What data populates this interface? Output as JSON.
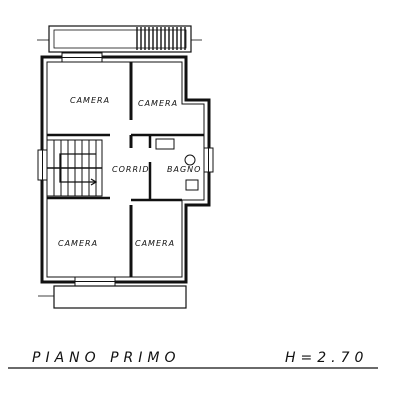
{
  "rooms": {
    "camera_top_left": "CAMERA",
    "camera_top_right": "CAMERA",
    "corridor": "CORRID.",
    "bathroom": "BAGNO",
    "camera_bottom_left": "CAMERA",
    "camera_bottom_right": "CAMERA"
  },
  "caption": {
    "floor_name": "PIANO PRIMO",
    "height": "H=2.70"
  }
}
